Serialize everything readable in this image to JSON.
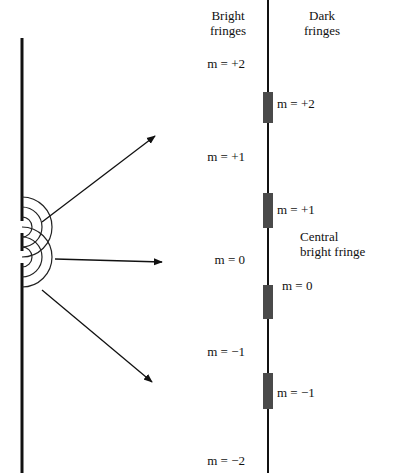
{
  "diagram": {
    "labels": [
      "Bright fringes",
      "Dark fringes",
      "m = +2",
      "m = +2",
      "m = +1",
      "m = +1",
      "Central bright fringe",
      "m = 0",
      "m = 0",
      "m = −1",
      "m = −1",
      "m = −2"
    ]
  }
}
